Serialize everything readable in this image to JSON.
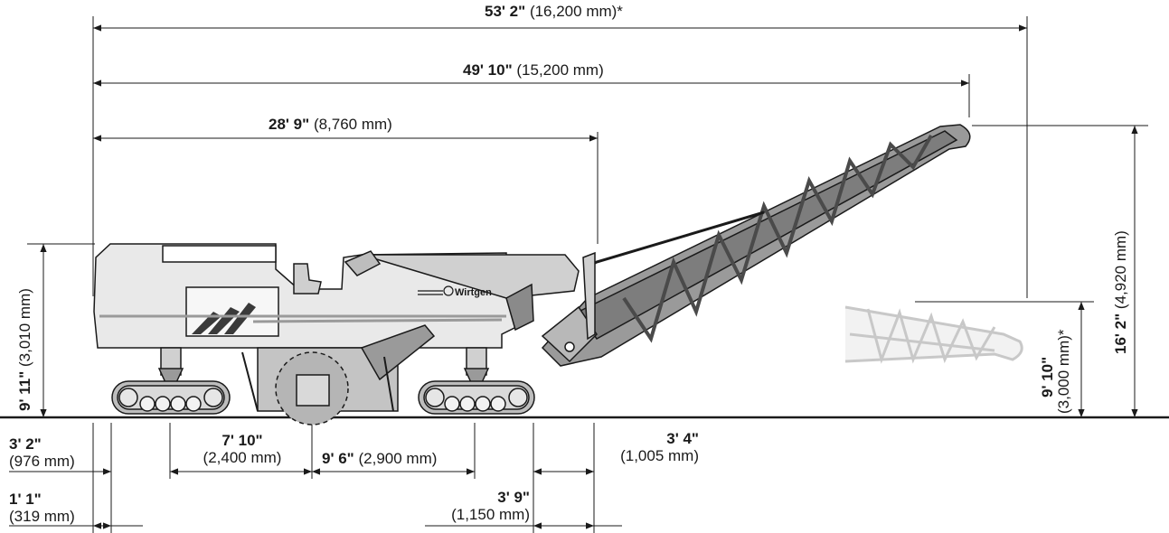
{
  "dimensions": {
    "overall_length_boom_lowered": {
      "imperial": "53' 2\"",
      "metric": "(16,200 mm)*"
    },
    "overall_length": {
      "imperial": "49' 10\"",
      "metric": "(15,200 mm)"
    },
    "machine_length": {
      "imperial": "28' 9\"",
      "metric": "(8,760 mm)"
    },
    "machine_height": {
      "imperial": "9' 11\"",
      "metric": "(3,010 mm)"
    },
    "conveyor_height": {
      "imperial": "16' 2\"",
      "metric": "(4,920 mm)"
    },
    "conveyor_height_lowered": {
      "imperial": "9' 10\"",
      "metric": "(3,000 mm)*"
    },
    "front_overhang": {
      "imperial": "3' 2\"",
      "metric": "(976 mm)"
    },
    "track_offset": {
      "imperial": "1' 1\"",
      "metric": "(319 mm)"
    },
    "front_to_drum": {
      "imperial": "7' 10\"",
      "metric": "(2,400 mm)"
    },
    "drum_to_rear": {
      "imperial": "9' 6\"",
      "metric": "(2,900 mm)"
    },
    "rear_overhang": {
      "imperial": "3' 4\"",
      "metric": "(1,005 mm)"
    },
    "rear_track": {
      "imperial": "3' 9\"",
      "metric": "(1,150 mm)"
    }
  },
  "brand_label": "Wirtgen",
  "colors": {
    "line": "#1a1a1a",
    "machine_body": "#e6e6e6",
    "machine_shadow": "#bdbdbd",
    "stripe": "#9a9a9a",
    "conveyor": "#8a8a8a",
    "conveyor_lowered": "#d9d9d9"
  }
}
